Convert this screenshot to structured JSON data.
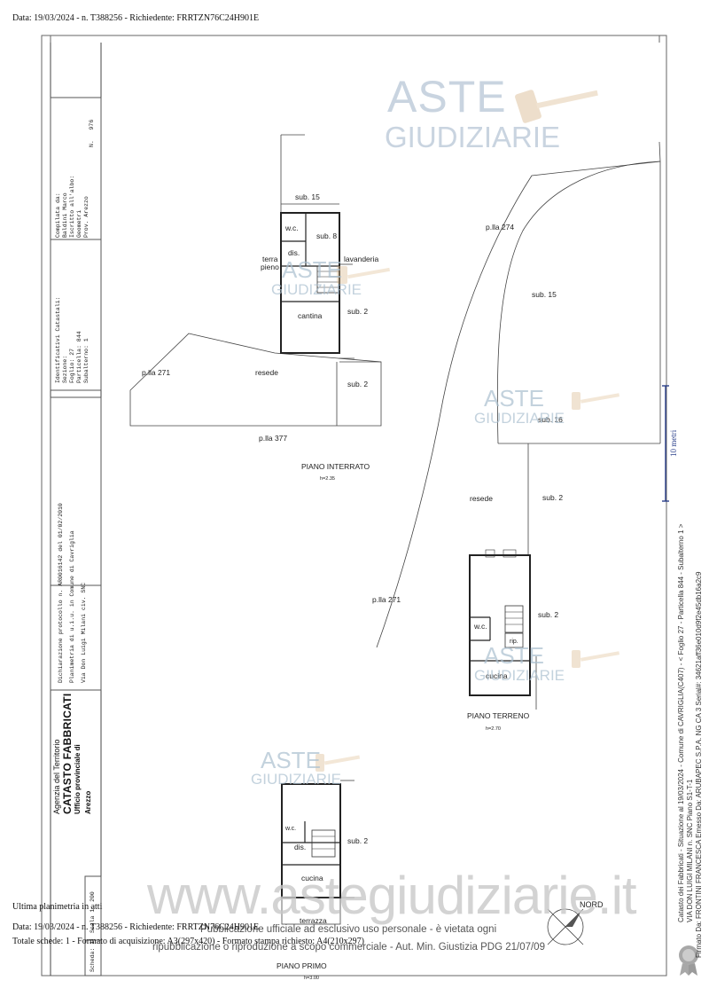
{
  "header_line": "Data: 19/03/2024 - n. T388256 - Richiedente: FRRTZN76C24H901E",
  "footer": {
    "last_plan": "Ultima planimetria in atti",
    "line1": "Data: 19/03/2024 - n. T388256 - Richiedente: FRRTZN76C24H901E",
    "line2": "Totale schede: 1 - Formato di acquisizione: A3(297x420) - Formato stampa richiesto: A4(210x297)"
  },
  "watermarks": {
    "aste": "ASTE",
    "giudiziarie": "GIUDIZIARIE",
    "site": "www.astegiudiziarie.it",
    "notice1": "Pubblicazione ufficiale ad esclusivo uso personale - è vietata ogni",
    "notice2": "ripubblicazione o riproduzione a scopo commerciale - Aut. Min. Giustizia PDG 21/07/09"
  },
  "cartouche": {
    "compiled": [
      "Compilata da:",
      "Baldini Marco",
      "Iscritto all'albo:",
      "Geometri",
      "Prov. Arezzo"
    ],
    "n_label": "N.",
    "n_value": "976",
    "identifiers": [
      "Identificativi Catastali:",
      "Sezione:",
      "Foglio: 27",
      "Particella: 844",
      "Subalterno: 1"
    ],
    "declaration": [
      "Dichiarazione protocollo n.   AR0016142 del   01/02/2010",
      "Planimetria di u.i.u. in Comune di Cavriglia",
      "Via Don Luigi Milani                     civ.   SNC"
    ],
    "agency": "Agenzia del Territorio",
    "catasto": "CATASTO FABBRICATI",
    "office": "Ufficio provinciale di",
    "province": "Arezzo",
    "scheda": "Scheda: 1",
    "scala": "Scala 1: 200"
  },
  "right_margin": {
    "line1": "Catasto dei Fabbricati - Situazione al 19/03/2024 - Comune di CAVRIGLIA(C407) - < Foglio 27 - Particella 844 - Subalterno 1 >",
    "line2": "VIA DON LUIGI MILANI n. SNC Piano S1-T-1",
    "line3": "Firmato Da: FRONTINI FRANCESCA Emesso Da: ARUBAPEC S.P.A. NG CA 3 Serial#: 34621aff36e010d9f2e45db16a2c9",
    "scale_bar": "10 metri"
  },
  "plan": {
    "interrato_title": "PIANO INTERRATO",
    "interrato_h": "h=2.35",
    "terreno_title": "PIANO TERRENO",
    "terreno_h": "h=2.70",
    "primo_title": "PIANO PRIMO",
    "primo_h": "h=3.00",
    "nord": "NORD",
    "labels": {
      "sub15_top": "sub. 15",
      "wc1": "w.c.",
      "sub8": "sub. 8",
      "dis1": "dis.",
      "terra": "terra",
      "pieno": "pieno",
      "lavanderia": "lavanderia",
      "cantina": "cantina",
      "sub2_a": "sub. 2",
      "plla271_a": "p.lla 271",
      "resede_a": "resede",
      "sub2_b": "sub. 2",
      "plla377": "p.lla 377",
      "plla274": "p.lla 274",
      "sub15_r": "sub. 15",
      "sub16": "sub. 16",
      "resede_b": "resede",
      "sub2_c": "sub. 2",
      "plla271_b": "p.lla 271",
      "sub2_d": "sub. 2",
      "wc2": "w.c.",
      "rip": "rip.",
      "cucina1": "cucina",
      "wc3": "w.c.",
      "dis2": "dis.",
      "sub2_e": "sub. 2",
      "cucina2": "cucina",
      "terrazza": "terrazza"
    }
  }
}
